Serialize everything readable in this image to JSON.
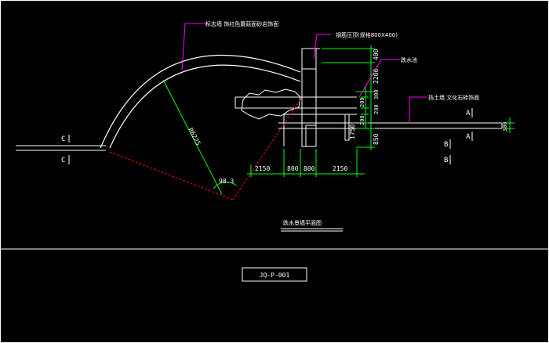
{
  "drawing": {
    "plan_title": "跌水景墙平面图",
    "drawing_number": "JQ-P-001"
  },
  "callouts": {
    "arc_wall": "标志墙 饰红色蘑菇面砂岩饰面",
    "top_cap": "钢筋压顶(规格800X400)",
    "water_wall": "跌水池",
    "retaining_wall": "挡土墙 文化石砖饰面"
  },
  "section_marks": {
    "c_upper": "C",
    "c_lower": "C",
    "a_upper": "A",
    "a_lower": "A",
    "b_upper": "B",
    "b_lower": "B"
  },
  "dimensions": {
    "radius": "R6225",
    "angle": "98.3",
    "bottom": [
      "2150",
      "800",
      "800",
      "2150"
    ],
    "right_outer": [
      "400",
      "2200",
      "1750",
      "850"
    ],
    "right_inner": [
      "300",
      "200",
      "200",
      "200"
    ],
    "far_right": "300"
  },
  "colors": {
    "background": "#000000",
    "line": "#ffffff",
    "dimension": "#00ff00",
    "leader": "#ff00ff",
    "hidden": "#ff0000"
  }
}
